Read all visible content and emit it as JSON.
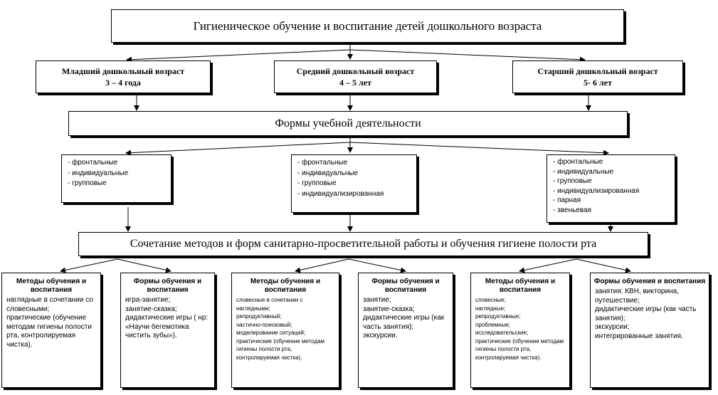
{
  "title": "Гигиеническое обучение и воспитание детей дошкольного возраста",
  "ages": [
    {
      "name": "Младший дошкольный возраст",
      "range": "3 – 4 года"
    },
    {
      "name": "Средний дошкольный возраст",
      "range": "4 – 5 лет"
    },
    {
      "name": "Старший дошкольный возраст",
      "range": "5- 6 лет"
    }
  ],
  "forms_title": "Формы учебной деятельности",
  "form_lists": [
    [
      "фронтальные",
      "индивидуальные",
      "групповые"
    ],
    [
      "фронтальные",
      "индивидуальные",
      "групповые",
      "индивидуализированная"
    ],
    [
      "фронтальные",
      "индивидуальные",
      "групповые",
      "индивидуализированная",
      "парная",
      "звеньевая"
    ]
  ],
  "combo_title": "Сочетание методов и форм санитарно-просветительной работы и обучения гигиене полости рта",
  "bottom": [
    {
      "head": "Методы обучения и воспитания",
      "items": [
        "наглядные в сочетании со словесными;",
        "практические (обучение методам гигиены полости рта, контролируемая чистка)."
      ]
    },
    {
      "head": "Формы обучения и воспитания",
      "items": [
        "игра-занятие;",
        "занятие-сказка;",
        "дидактические игры ( нр: «Научи бегемотика чистить зубы»)."
      ]
    },
    {
      "head": "Методы обучения и воспитания",
      "items": [
        "словесные в сочетании с наглядными;",
        "репродуктивный;",
        "частично-поисковый;",
        "моделирование ситуаций;",
        "практические (обучение методам гигиены полости рта, контролируемая чистка)."
      ]
    },
    {
      "head": "Формы обучения и воспитания",
      "items": [
        "занятие;",
        "занятие-сказка;",
        "дидактические игры (как часть занятия);",
        "экскурсии."
      ]
    },
    {
      "head": "Методы обучения и воспитания",
      "items": [
        "словесные;",
        "наглядные;",
        "репродуктивные;",
        "проблемные;",
        "исследовательские;",
        "практические (обучение методам гигиены полости рта, контролируемая чистка)."
      ]
    },
    {
      "head": "Формы обучения и воспитания",
      "items": [
        "занятия: КВН, викторина, путешествие;",
        "дидактические игры (как часть занятия);",
        "экскурсии;",
        "интегрированные занятия."
      ]
    }
  ]
}
